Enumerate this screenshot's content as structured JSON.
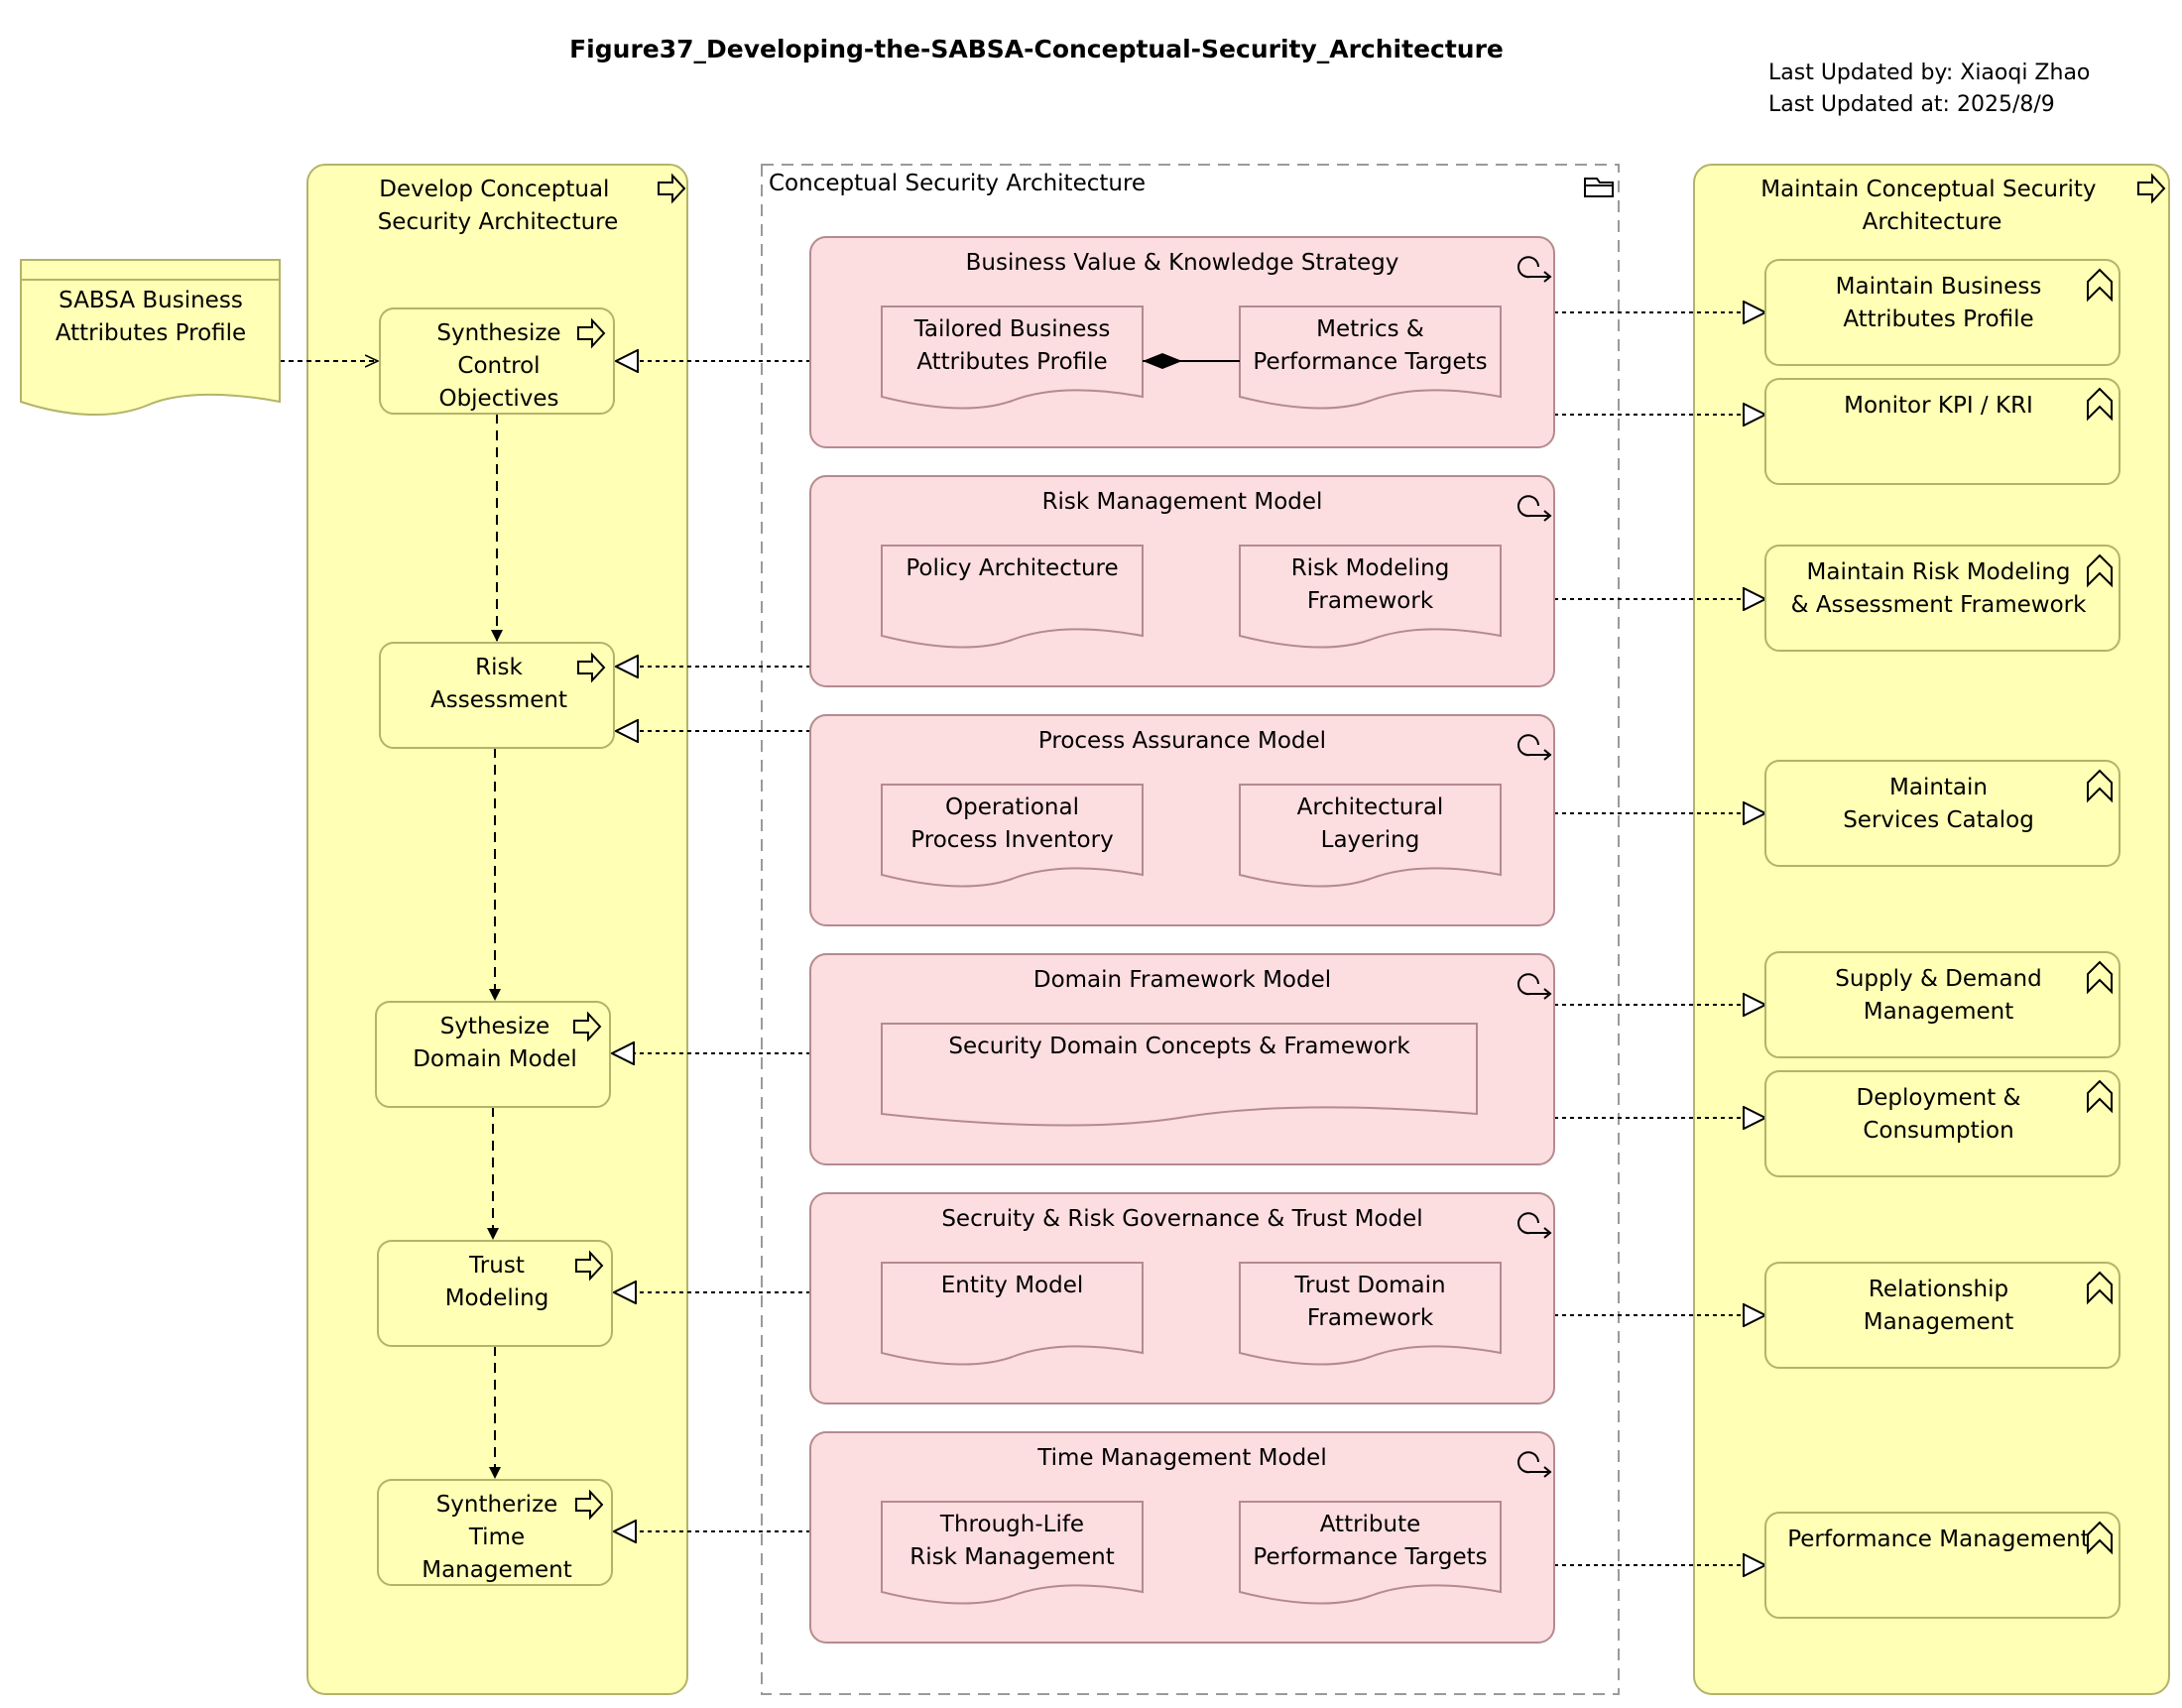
{
  "title": "Figure37_Developing-the-SABSA-Conceptual-Security_Architecture",
  "meta": {
    "updated_by": "Last Updated by: Xiaoqi Zhao",
    "updated_at": "Last Updated at: 2025/8/9"
  },
  "colors": {
    "yellow_fill": "#ffffb5",
    "yellow_stroke": "#b3b36b",
    "pink_fill": "#fcdde0",
    "pink_stroke": "#b58a8f",
    "line": "#000000"
  },
  "artifact": {
    "label": "SABSA Business Attributes Profile"
  },
  "develop_group": {
    "label": "Develop Conceptual Security Architecture",
    "processes": [
      {
        "id": "p1",
        "label": "Synthesize Control Objectives"
      },
      {
        "id": "p2",
        "label": "Risk Assessment"
      },
      {
        "id": "p3",
        "label": "Sythesize Domain Model"
      },
      {
        "id": "p4",
        "label": "Trust Modeling"
      },
      {
        "id": "p5",
        "label": "Syntherize Time Management"
      }
    ]
  },
  "architecture_group": {
    "label": "Conceptual Security Architecture",
    "models": [
      {
        "id": "m1",
        "label": "Business Value & Knowledge Strategy",
        "docs": [
          "Tailored Business Attributes Profile",
          "Metrics & Performance Targets"
        ]
      },
      {
        "id": "m2",
        "label": "Risk Management Model",
        "docs": [
          "Policy Architecture",
          "Risk Modeling Framework"
        ]
      },
      {
        "id": "m3",
        "label": "Process Assurance Model",
        "docs": [
          "Operational Process Inventory",
          "Architectural Layering"
        ]
      },
      {
        "id": "m4",
        "label": "Domain Framework Model",
        "docs": [
          "Security Domain Concepts & Framework"
        ]
      },
      {
        "id": "m5",
        "label": "Secruity & Risk Governance & Trust Model",
        "docs": [
          "Entity Model",
          "Trust Domain Framework"
        ]
      },
      {
        "id": "m6",
        "label": "Time Management Model",
        "docs": [
          "Through-Life Risk Management",
          "Attribute Performance Targets"
        ]
      }
    ]
  },
  "maintain_group": {
    "label": "Maintain Conceptual Security Architecture",
    "functions": [
      {
        "id": "f1",
        "label": "Maintain Business Attributes Profile"
      },
      {
        "id": "f2",
        "label": "Monitor KPI / KRI"
      },
      {
        "id": "f3",
        "label": "Maintain Risk Modeling & Assessment Framework"
      },
      {
        "id": "f4",
        "label": "Maintain Services Catalog"
      },
      {
        "id": "f5",
        "label": "Supply & Demand Management"
      },
      {
        "id": "f6",
        "label": "Deployment & Consumption"
      },
      {
        "id": "f7",
        "label": "Relationship Management"
      },
      {
        "id": "f8",
        "label": "Performance Management"
      }
    ]
  }
}
